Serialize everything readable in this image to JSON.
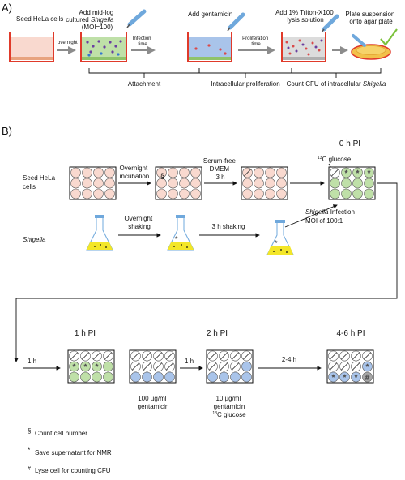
{
  "panel_a": {
    "label": "A)",
    "seed": "Seed HeLa cells",
    "overnight": "overnight",
    "add_mid_log": [
      "Add mid-log",
      "cultured ",
      "Shigella",
      "(MOI=100)"
    ],
    "infection_time": [
      "Infection",
      "time"
    ],
    "add_gentamicin": "Add gentamicin",
    "proliferation_time": [
      "Proliferation",
      "time"
    ],
    "add_triton": [
      "Add 1% Triton-X100",
      "lysis solution"
    ],
    "plate_suspension": [
      "Plate suspension",
      "onto agar plate"
    ],
    "attachment": "Attachment",
    "intracellular_proliferation": "Intracellular proliferation",
    "count_cfu": "Count CFU of intracellular ",
    "count_cfu_species": "Shigella"
  },
  "panel_b": {
    "label": "B)",
    "seed_hela": [
      "Seed HeLa",
      "cells"
    ],
    "overnight_incubation": [
      "Overnight",
      "incubation"
    ],
    "serum_free": [
      "Serum-free",
      "DMEM",
      "3 h"
    ],
    "zero_h_pi": "0 h PI",
    "c13_glucose_sup": "13",
    "c13_glucose": "C glucose",
    "shigella": "Shigella",
    "overnight_shaking": [
      "Overnight",
      "shaking"
    ],
    "three_h_shaking": "3 h shaking",
    "shigella_infection_species": "Shigella",
    "shigella_infection": " Infection",
    "moi": "MOI of 100:1",
    "one_h_pi": "1 h PI",
    "two_h_pi": "2 h PI",
    "four_six_h_pi": "4-6 h PI",
    "step_1h_a": "1 h",
    "step_1h_b": "1 h",
    "step_2_4h": "2-4 h",
    "gent100": [
      "100 µg/ml",
      "gentamicin"
    ],
    "gent10": [
      "10 µg/ml",
      "gentamicin"
    ],
    "gent10_glucose_sup": "13",
    "gent10_glucose": "C glucose",
    "section_mark": "§",
    "star_mark": "*",
    "hash_mark": "#"
  },
  "legend": [
    {
      "symbol": "§",
      "text": "Count cell number"
    },
    {
      "symbol": "*",
      "text": "Save supernatant for NMR"
    },
    {
      "symbol": "#",
      "text": "Lyse cell for counting CFU"
    }
  ],
  "colors": {
    "hela_well": "#f9d9cf",
    "infected_well": "#bfe0a8",
    "gent_well": "#a9c4ea",
    "flask_media": "#f3e628",
    "dish_red": "#e03a2a",
    "agar": "#f2c14a",
    "check_green": "#7cc23c",
    "arrow_gray": "#8c8c8c"
  }
}
